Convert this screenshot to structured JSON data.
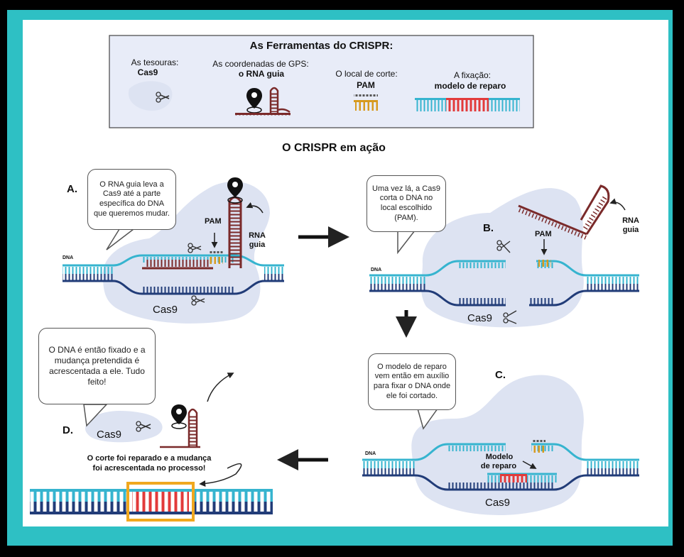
{
  "legend": {
    "title": "As Ferramentas do CRISPR:",
    "scissors": {
      "label": "As tesouras:",
      "name": "Cas9"
    },
    "gps": {
      "label": "As coordenadas de GPS:",
      "name": "o RNA guia"
    },
    "cut_site": {
      "label": "O local de corte:",
      "name": "PAM"
    },
    "fix": {
      "label": "A fixação:",
      "name": "modelo de reparo"
    }
  },
  "main_title": "O CRISPR em ação",
  "panel_a": {
    "letter": "A.",
    "bubble": "O RNA guia leva a Cas9 até a parte específica do DNA que queremos mudar.",
    "dna": "DNA",
    "pam": "PAM",
    "rna_guia_1": "RNA",
    "rna_guia_2": "guia",
    "cas9": "Cas9"
  },
  "panel_b": {
    "letter": "B.",
    "bubble": "Uma vez lá, a Cas9 corta o DNA no local escolhido (PAM).",
    "dna": "DNA",
    "pam": "PAM",
    "rna_guia_1": "RNA",
    "rna_guia_2": "guia",
    "cas9": "Cas9"
  },
  "panel_c": {
    "letter": "C.",
    "bubble": "O modelo de reparo vem então em auxílio para fixar o DNA onde ele foi cortado.",
    "dna": "DNA",
    "modelo_1": "Modelo",
    "modelo_2": "de reparo",
    "cas9": "Cas9"
  },
  "panel_d": {
    "letter": "D.",
    "bubble": "O DNA é então fixado e a mudança pretendida é acrescentada a ele. Tudo feito!",
    "cas9": "Cas9",
    "result_1": "O corte foi reparado e a mudança",
    "result_2": "foi acrescentada no processo!"
  },
  "colors": {
    "frame": "#2ec0c4",
    "dna_teal": "#36b4cf",
    "dna_navy": "#213c78",
    "rna": "#7a2a2a",
    "pam": "#d79a1e",
    "repair": "#e23a3a",
    "blob": "#dde3f2",
    "highlight_box": "#f0a81e"
  }
}
